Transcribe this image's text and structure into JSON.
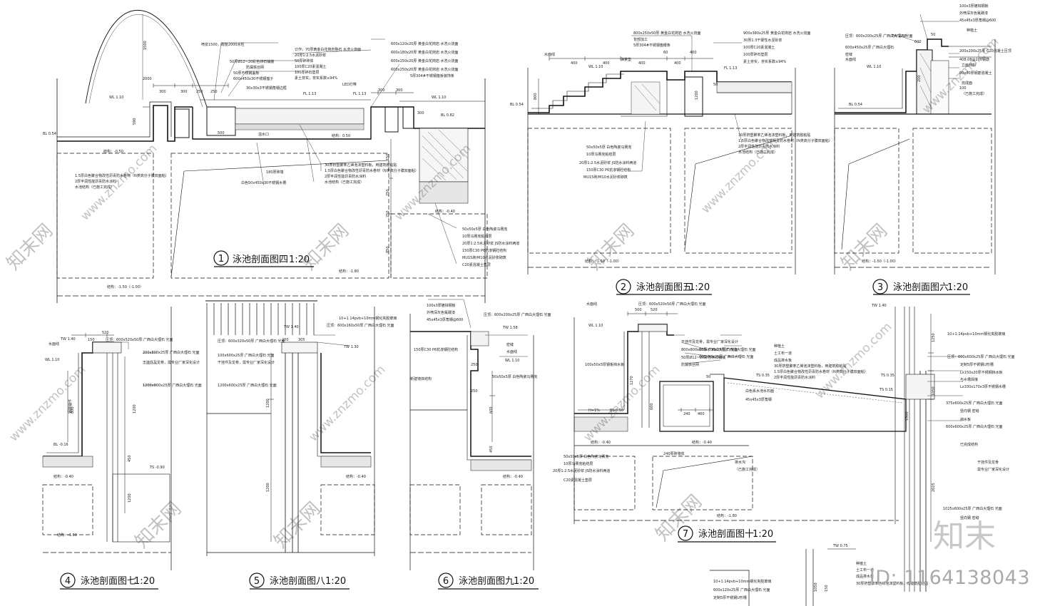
{
  "drawing": {
    "sections": [
      {
        "num": "1",
        "title": "泳池剖面图四",
        "scale": "1:20"
      },
      {
        "num": "2",
        "title": "泳池剖面图五",
        "scale": "1:20"
      },
      {
        "num": "3",
        "title": "泳池剖面图六",
        "scale": "1:20"
      },
      {
        "num": "4",
        "title": "泳池剖面图七",
        "scale": "1:20"
      },
      {
        "num": "5",
        "title": "泳池剖面图八",
        "scale": "1:20"
      },
      {
        "num": "6",
        "title": "泳池剖面图九",
        "scale": "1:20"
      },
      {
        "num": "7",
        "title": "泳池剖面图十",
        "scale": "1:20"
      }
    ],
    "s1": {
      "dims": [
        "1500",
        "2000",
        "300",
        "300",
        "250",
        "250",
        "300",
        "300",
        "300",
        "590",
        "500",
        "150",
        "250",
        "250",
        "850"
      ],
      "levels": [
        "WL 1.10",
        "BL 0.54",
        "FL 1.13",
        "FL 1.13",
        "WL 1.10",
        "BL 0.82",
        "结构：0.50",
        "结构：-0.50",
        "结构：-0.40",
        "结构：-1.50（-1.00）",
        "结构：-1.80"
      ],
      "notes": [
        "喷泉1500，跨度2000水柱",
        "50厚Ø12~20彩色卵石铺装",
        "防漏铁丝网",
        "50厚不锈钢盖板",
        "600x450x30不锈钢篦子",
        "30x30x3不锈钢角钢边框",
        "LED灯带",
        "溢水口",
        "180厚砖墙",
        "白色50x450x30不锈钢水槽",
        "1.5厚白色聚合物改性沥青防水卷材（N类高分子膜双面粘）",
        "2厚丰润性能沥青防水涂料",
        "水池结构（已施工完成）"
      ],
      "notes2": [
        "订作，70厚黄金白花岗岩整石 水洗火烧面",
        "20厚1:2.5水泥砂浆",
        "50厚碎砖体",
        "100厚C20素混凝土",
        "100厚碎石垫层",
        "素土夯实，夯实系数≥94%"
      ],
      "notes3": [
        "600x120x20厚 黄金白花岗岩 水洗火烧面",
        "600x180x20厚 黄金白花岗岩 水洗火烧面",
        "600x150x20厚 黄金白花岗岩 水洗火烧面",
        "600x250x20厚 黄金白花岗岩 水洗火烧面",
        "5厚304#不锈钢篦板装饰条"
      ],
      "notes4": [
        "30厚挤塑聚苯乙烯泡沫塑料板，用建筑胶粘贴",
        "1.5厚白色聚合物改性沥青防水卷材（N类高分子膜双面粘）",
        "2厚丰润性能沥青防水涂料",
        "水池结构（已施工完成）"
      ],
      "notes5": [
        "50x50x5厚 白色陶瓷马赛克",
        "10厚马赛克粘结层",
        "20厚1:2.5水泥砂浆 JS防水涂料两道",
        "150厚C30 P6抗渗钢砼结构",
        "MU15砖/M10水泥砂浆砌筑",
        "C20素混凝土垫层"
      ]
    },
    "s2": {
      "dims": [
        "400",
        "400",
        "400",
        "400",
        "400",
        "60",
        "800",
        "1200",
        "50"
      ],
      "levels": [
        "BL 0.54",
        "WL 1.10",
        "FL 1.13",
        "结构：-1.50（-1.00）"
      ],
      "notes": [
        "800x250x50厚 黄金白花岗岩 水洗火烧面",
        "背部加工",
        "5厚304#不锈钢篦眼条",
        "900x380x25厚 黄金白花岗岩 水洗火烧面",
        "30厚1:3干硬性水泥砂浆",
        "100厚C20素混凝土",
        "100厚碎石垫层",
        "素土夯实，夯实系数≥94%",
        "水面线",
        "弹簧垫"
      ],
      "notes2": [
        "30厚挤塑聚苯乙烯泡沫塑料板，用建筑胶粘贴",
        "1.5厚白色聚合物改性沥青防水卷材（N类高分子膜双面粘）",
        "2厚丰润性能沥青防水涂料",
        "水池结构（已施工完成）"
      ],
      "notes3": [
        "50x50x5厚 白色陶瓷马赛克",
        "10厚马赛克粘结层",
        "20厚1:2.5水泥砂浆 JS防水涂料两道",
        "150厚C30 P6抗渗钢砼结构",
        "MU15砖/M10水泥砂浆砌筑"
      ]
    },
    "s3": {
      "dims": [
        "600",
        "50",
        "200",
        "100"
      ],
      "levels": [
        "TW 1.58",
        "BL 0.54",
        "WL 1.10",
        "结构：-1.50（-1.00）"
      ],
      "notes": [
        "100x3厚镀锌钢板",
        "外喷深灰色氟碳漆",
        "45x45x3厚角钢@600",
        "压顶：600x200x25厚 广西白大理石 光面",
        "600x450x25厚 广西白大理石",
        "200x200x25厚 C20混凝土压顶",
        "408.08@200钢筋",
        "80x80厚钢筋混凝土",
        "水面线",
        "密缝",
        "完成面",
        "（已施工完成）",
        "种植土",
        "立面材料"
      ]
    },
    "s4": {
      "dims": [
        "520",
        "150",
        "800",
        "1200",
        "1200",
        "450"
      ],
      "levels": [
        "TW 1.40",
        "WL 1.10",
        "BL -0.16",
        "结构：-0.40",
        "TS -0.90",
        "结构：-1.50"
      ],
      "notes": [
        "压顶：600x520x50厚 广西白大理石 光面",
        "200x800x25厚 广西白大理石 光面",
        "干挂件及龙骨，需专业厂家深化设计",
        "1200x800x25厚 广西白大理石 光面",
        "水面线",
        "钢筋锚件"
      ]
    },
    "s5": {
      "dims": [
        "200",
        "305",
        "1200",
        "1200"
      ],
      "levels": [
        "TW 1.40",
        "TW 1.30",
        "结构：-0.40"
      ],
      "notes": [
        "10+1.14pvb+10mm钢化夹胶玻璃",
        "压顶：600x160x50厚 广西白大理石 光面",
        "压顶：600x320x50厚 广西白大理石 光面",
        "100x600x25厚 广西白大理石 光面",
        "干挂件及龙骨，需专业厂家深化设计",
        "1200x600x25厚 广西白大理石 光面"
      ]
    },
    "s6": {
      "dims": [
        "250",
        "250",
        "600",
        "450"
      ],
      "levels": [
        "TW 1.58",
        "WL 1.10",
        "结构：-0.40"
      ],
      "notes": [
        "100x3厚镀锌钢板",
        "外喷深灰色氟碳漆",
        "45x45x3厚角钢@600",
        "压顶：600x200x25厚 广西白大理石 光面",
        "150厚C30 P6抗渗钢砼结构",
        "水面线",
        "密缝",
        "50x50x5厚 白色陶瓷马赛克",
        "新建墙体结构"
      ]
    },
    "s7": {
      "dims": [
        "520",
        "500",
        "1270",
        "600",
        "240",
        "460",
        "50",
        "1250",
        "1050",
        "2025",
        "1500"
      ],
      "levels": [
        "TW 1.40",
        "WL 1.10",
        "BL-0.16",
        "H=1%",
        "TS 0.35",
        "TS 0.35",
        "TS 0.15",
        "结构：-0.40",
        "结构：-0.40",
        "结构：-1.80"
      ],
      "notes": [
        "压顶：600x520x50厚 广西白大理石 光面",
        "干挂件及龙骨，需专业厂家深化设计",
        "800x800x25厚 广西白大理石 光面",
        "50厚Ø12~20彩色卵石铺装",
        "防漏铁丝网",
        "600x600x25厚 广西白大理石 光面",
        "600x50x25厚 广西白大理石 光面",
        "水面线",
        "100x50x5厚钢板挡水板",
        "240厚砖墙体",
        "白色系水池水石面",
        "45x45x3厚角钢",
        "50x50x5厚 白色陶瓷马赛克",
        "10厚马赛克粘结层",
        "20厚1:2.5水泥砂浆 JS防水涂料两道",
        "C20素混凝土垫层",
        "排水沟",
        "（已施工完成）"
      ],
      "notes2": [
        "种植土",
        "土工布一道",
        "成品排水板",
        "30厚挤塑聚苯乙烯泡沫塑料板，用建筑胶粘贴",
        "1.5厚白色聚合物改性沥青防水卷材（N类高分子膜双面粘）",
        "2厚丰润性能沥青防水涂料"
      ],
      "notes3": [
        "10+1.14pvb+10mm钢化夹胶玻璃",
        "压顶：600x600x25厚 广西白大理石 光面",
        "定制5厚不锈钢U形槽",
        "Lx150x20厚不锈钢挡水板",
        "与水槽焊接",
        "Lx330x170x3厚不锈钢水槽",
        "375x600x25厚 广西白大理石 光面",
        "竖向钢 密缝",
        "挡水板",
        "600x600x25厚 广西白大理石 光面",
        "已完成结构",
        "干挂件及龙骨",
        "需专业厂家深化设计",
        "1025x600x25厚 广西白大理石 光面",
        "竖向钢 密缝"
      ]
    },
    "s8": {
      "dims": [
        "1050",
        "150"
      ],
      "levels": [
        "TW 0.75"
      ],
      "notes": [
        "10+1.14pvb+10mm钢化夹胶玻璃",
        "600x120x25厚 广西白大理石 光面",
        "定制5厚不锈钢U形槽",
        "种植土",
        "土工布一道",
        "成品排水板",
        "30厚挤塑聚苯乙烯泡沫塑料板，用建筑胶粘贴"
      ]
    }
  },
  "watermark": {
    "logo": "知末",
    "id_text": "ID: 1164138043",
    "diag_text": "www.znzmo.com",
    "brand_text": "知末网"
  }
}
